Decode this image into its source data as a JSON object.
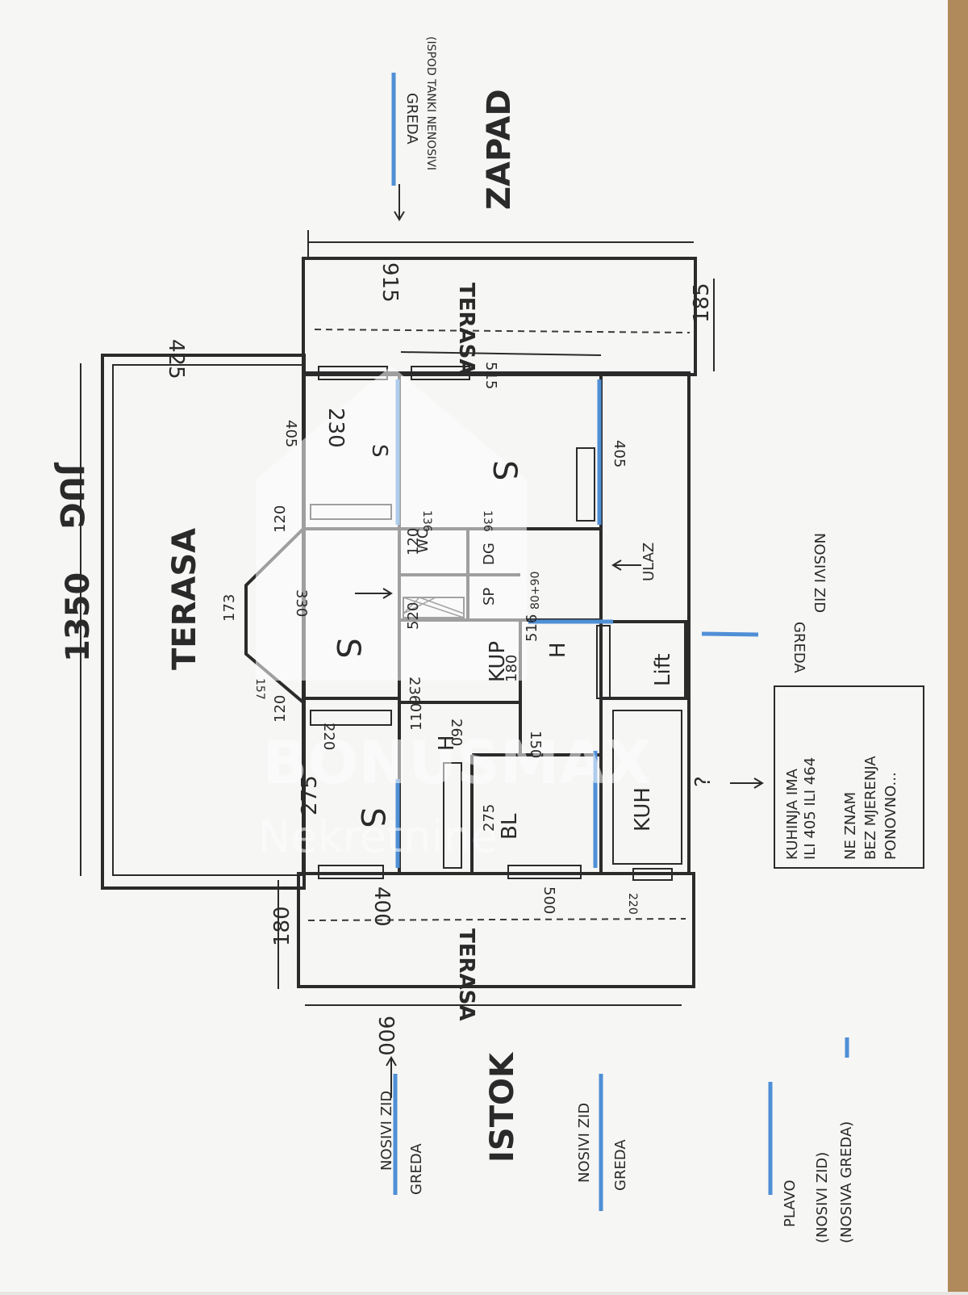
{
  "plan": {
    "compass": {
      "south": "JUG",
      "west": "ZAPAD",
      "east": "ISTOK"
    },
    "overall_width": "1350",
    "rooms": {
      "terasa_main": "TERASA",
      "terasa_west": "TERASA",
      "terasa_east": "TERASA",
      "sobe": [
        "S",
        "S",
        "S",
        "S"
      ],
      "wc": "WC",
      "sp": "SP",
      "dg": "DG",
      "kup": "KUP",
      "kup_size": "180",
      "h1": "H",
      "h2": "H",
      "bl": "BL",
      "kuh": "KUH",
      "lift": "Lift",
      "entrance": "ULAZ"
    },
    "dimensions": {
      "d915": "915",
      "d425": "425",
      "d515": "515",
      "d185": "185",
      "d230": "230",
      "d405a": "405",
      "d405b": "405",
      "d136a": "136",
      "d136b": "136",
      "d120a": "120",
      "d120b": "120",
      "d120c": "120",
      "d330": "330",
      "d520": "520",
      "d516": "516",
      "d173": "173",
      "d157": "157",
      "d236": "236",
      "d220": "220",
      "d110": "110",
      "d260": "260",
      "d150": "150",
      "d80_90": "80+90",
      "d275a": "275",
      "d275b": "275",
      "d400": "400",
      "d500": "500",
      "d220b": "220",
      "d180": "180",
      "d900": "900",
      "q": "?"
    },
    "notes": {
      "greda_top_1": "GREDA",
      "greda_top_2": "(ISPOD TANKI NENOSIVI",
      "greda_right_1": "GREDA",
      "greda_right_2": "NOSIVI ZID",
      "kitchen_1": "KUHINJA IMA",
      "kitchen_2": "ILI 405 ILI 464",
      "kitchen_3": "NE ZNAM",
      "kitchen_4": "BEZ MJERENJA",
      "kitchen_5": "PONOVNO...",
      "east_1a": "NOSIVI ZID",
      "east_1b": "GREDA",
      "east_2a": "NOSIVI ZID",
      "east_2b": "GREDA",
      "legend_1": "PLAVO",
      "legend_2": "(NOSIVI ZID)",
      "legend_3": "(NOSIVA GREDA)"
    },
    "watermark": {
      "brand": "BONUSMAX",
      "sub": "Nekretnine"
    },
    "colors": {
      "paper": "#f6f6f4",
      "ink": "#2b2b2b",
      "blue": "#4f8fd6"
    }
  }
}
